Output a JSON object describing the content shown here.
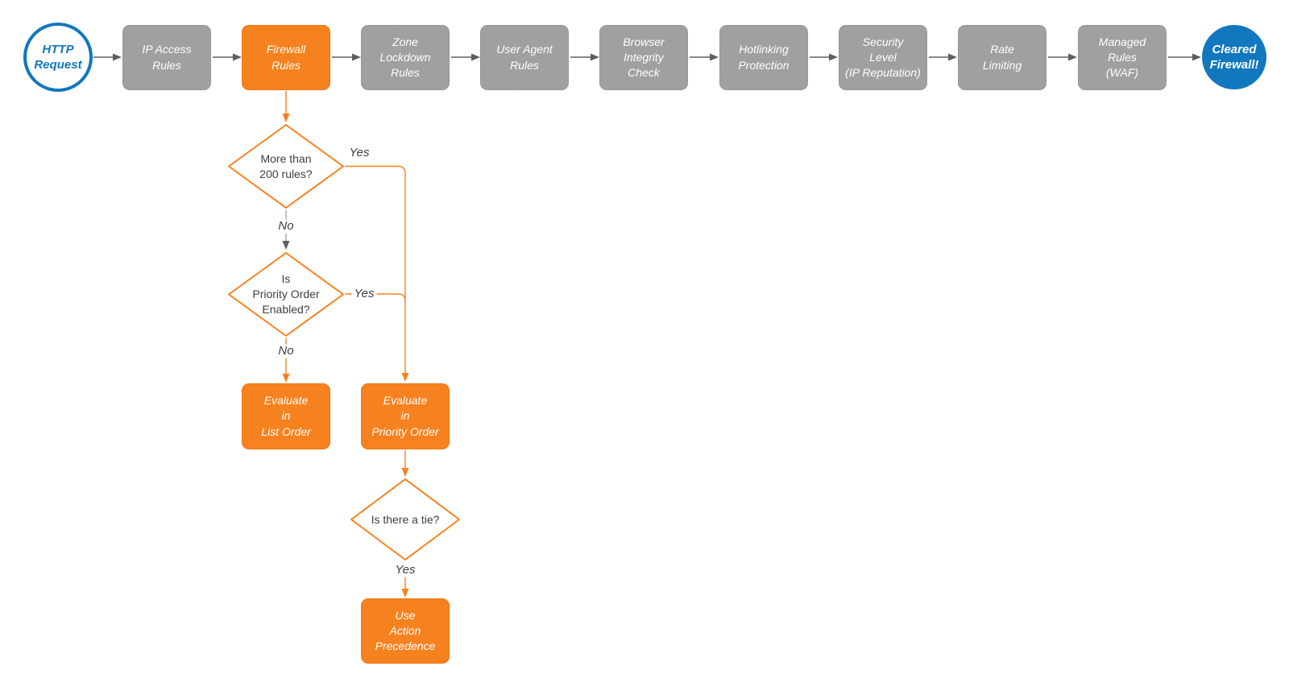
{
  "flow": {
    "start": {
      "label": "HTTP\nRequest"
    },
    "steps": [
      {
        "label": "IP Access\nRules",
        "highlighted": false
      },
      {
        "label": "Firewall\nRules",
        "highlighted": true
      },
      {
        "label": "Zone\nLockdown\nRules",
        "highlighted": false
      },
      {
        "label": "User Agent\nRules",
        "highlighted": false
      },
      {
        "label": "Browser\nIntegrity\nCheck",
        "highlighted": false
      },
      {
        "label": "Hotlinking\nProtection",
        "highlighted": false
      },
      {
        "label": "Security\nLevel\n(IP Reputation)",
        "highlighted": false
      },
      {
        "label": "Rate\nLimiting",
        "highlighted": false
      },
      {
        "label": "Managed\nRules\n(WAF)",
        "highlighted": false
      }
    ],
    "end": {
      "label": "Cleared\nFirewall!"
    }
  },
  "firewall_branch": {
    "decision_more_rules": {
      "label": "More than\n200 rules?"
    },
    "decision_priority_enabled": {
      "label": "Is\nPriority Order\nEnabled?"
    },
    "decision_tie": {
      "label": "Is there a tie?"
    },
    "evaluate_list_order": {
      "label": "Evaluate\nin\nList Order"
    },
    "evaluate_priority_order": {
      "label": "Evaluate\nin\nPriority Order"
    },
    "use_action_precedence": {
      "label": "Use\nAction\nPrecedence"
    },
    "edge_labels": {
      "more_rules_yes": "Yes",
      "more_rules_no": "No",
      "priority_yes": "Yes",
      "priority_no": "No",
      "tie_yes": "Yes"
    }
  },
  "colors": {
    "accent_orange": "#F6821F",
    "process_gray": "#9EA0A2",
    "brand_blue": "#1177BE",
    "connector_gray": "#5E5E5E",
    "text_dark": "#3E3E3E"
  }
}
